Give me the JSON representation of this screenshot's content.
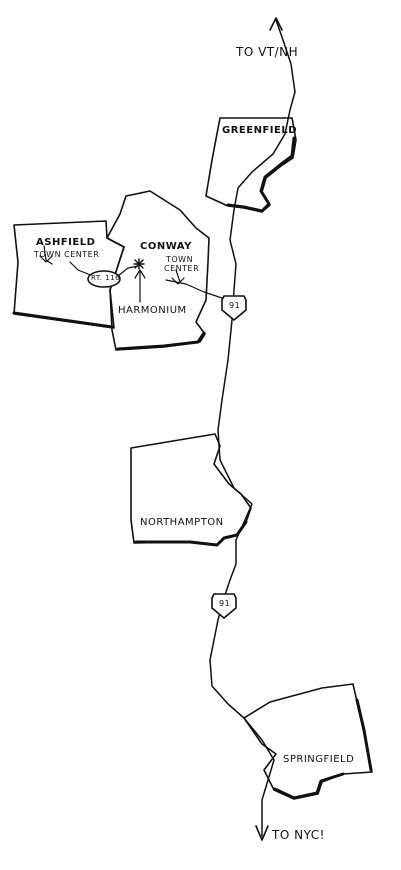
{
  "map": {
    "directions": {
      "north": "TO VT/NH",
      "south": "TO NYC!"
    },
    "towns": {
      "greenfield": "GREENFIELD",
      "ashfield": "ASHFIELD",
      "ashfield_sub": "TOWN CENTER",
      "conway": "CONWAY",
      "conway_sub_1": "TOWN",
      "conway_sub_2": "CENTER",
      "northampton": "NORTHAMPTON",
      "springfield": "SPRINGFIELD"
    },
    "landmark": "HARMONIUM",
    "route_116": "RT. 116",
    "interstate": "91",
    "ink_color": "#111111"
  }
}
